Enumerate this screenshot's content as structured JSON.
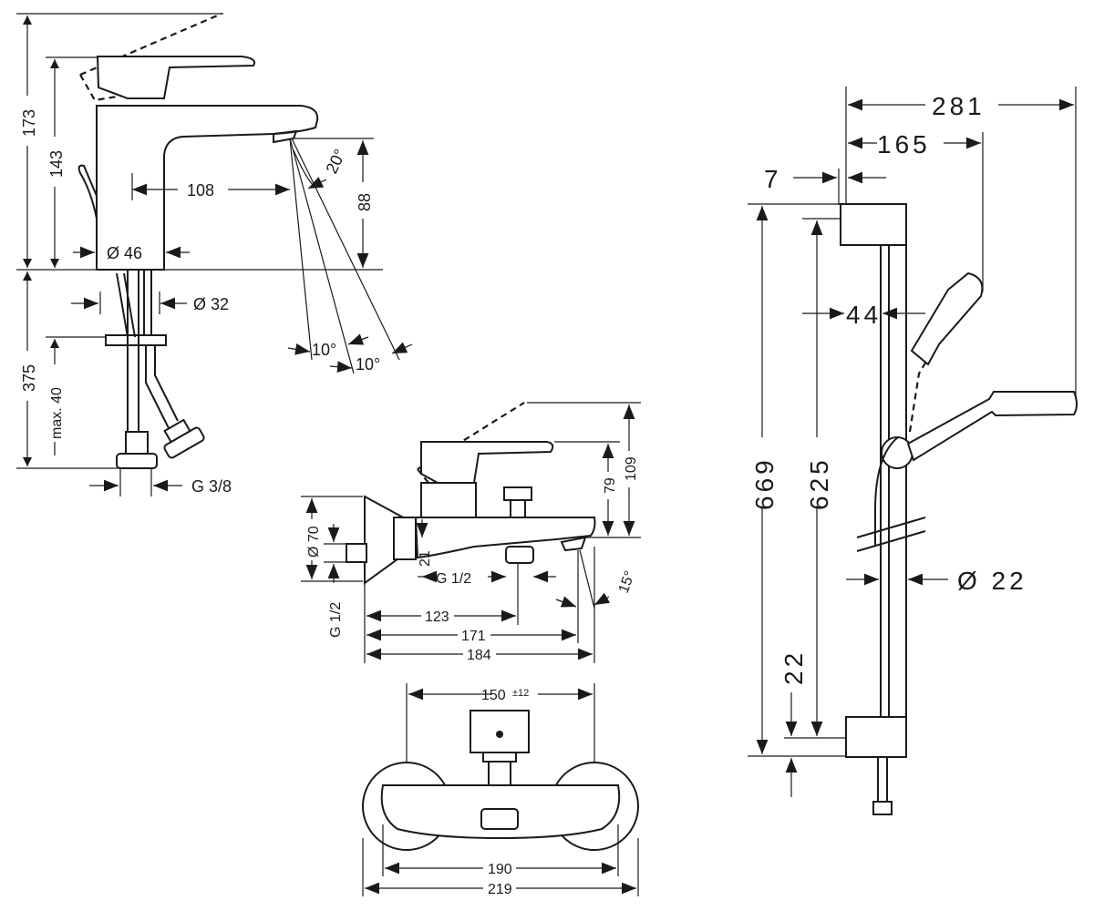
{
  "basin_mixer": {
    "dim_total_height": "173",
    "dim_spout_height": "143",
    "dim_projection": "108",
    "dim_outlet_height": "88",
    "dim_body_diameter": "Ø 46",
    "dim_hole_diameter": "Ø 32",
    "dim_hose_length": "375",
    "dim_max_thickness": "max. 40",
    "dim_connection": "G 3/8",
    "angle_lever": "20°",
    "angle_spray_1": "10°",
    "angle_spray_2": "10°"
  },
  "bath_mixer": {
    "dim_total_height": "109",
    "dim_body_height": "79",
    "dim_outlet_offset": "21",
    "dim_flange_diameter": "Ø 70",
    "dim_inlet_thread": "G 1/2",
    "dim_outlet_thread": "G 1/2",
    "dim_123": "123",
    "dim_171": "171",
    "dim_184": "184",
    "angle_spout": "15°",
    "dim_centers": "150",
    "dim_centers_tol": "±12",
    "dim_190": "190",
    "dim_219": "219"
  },
  "shower_rail": {
    "dim_281": "281",
    "dim_165": "165",
    "dim_7": "7",
    "dim_44": "44",
    "dim_669": "669",
    "dim_625": "625",
    "dim_22_bottom": "22",
    "dim_rail_diameter": "Ø 22"
  }
}
